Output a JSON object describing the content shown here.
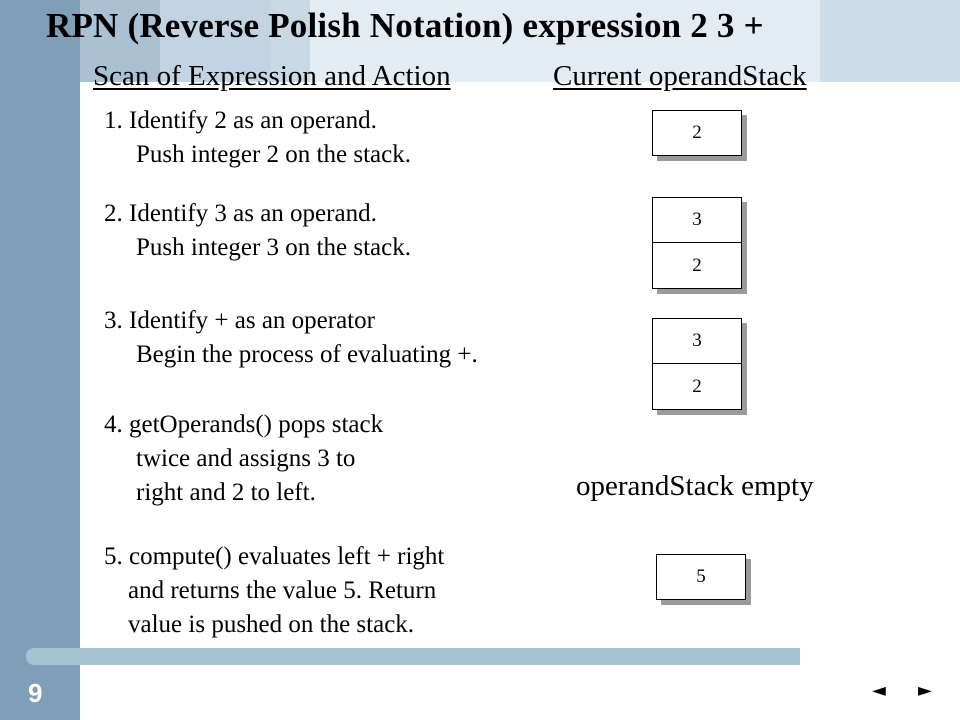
{
  "slide": {
    "title": "RPN (Reverse Polish Notation) expression   2   3   +",
    "header_left": "Scan of  Expression and Action",
    "header_right": "Current operandStack",
    "page_number": "9",
    "empty_label": "operandStack empty"
  },
  "steps": [
    {
      "line1": "1. Identify 2 as an operand.",
      "line2": "Push integer 2 on the stack."
    },
    {
      "line1": "2. Identify 3 as an operand.",
      "line2": "Push integer 3 on the stack."
    },
    {
      "line1": "3. Identify + as an operator",
      "line2": "Begin the process of evaluating +."
    },
    {
      "line1": "4. getOperands() pops stack",
      "line2": "twice and assigns 3 to",
      "line3": "right and 2 to left."
    },
    {
      "line1": "5. compute() evaluates left + right",
      "line2": "and returns the value 5. Return",
      "line3": "value is pushed on the stack."
    }
  ],
  "stacks": [
    [
      "2"
    ],
    [
      "3",
      "2"
    ],
    [
      "3",
      "2"
    ],
    [],
    [
      "5"
    ]
  ],
  "nav": {
    "prev_icon": "◄",
    "next_icon": "►"
  },
  "colors": {
    "left_bar": "#7f9fb8",
    "accent_bar": "#a6c3d3",
    "top_band": "#e3ecf2"
  }
}
